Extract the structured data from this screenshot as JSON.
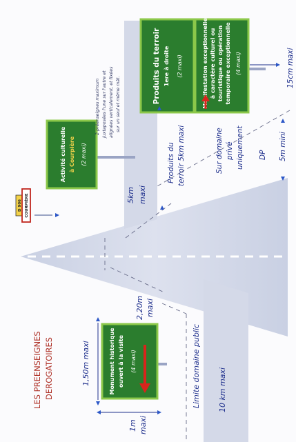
{
  "title": {
    "line1": "LES PREENSEIGNES",
    "line2": "DEROGATOIRES"
  },
  "dimensions": {
    "d150": "1,50m maxi",
    "d220": "2,20m",
    "d220b": "maxi",
    "d1m": "1m",
    "d1mb": "maxi",
    "d10km": "10 km maxi",
    "d5km": "5km",
    "d5kmb": "maxi",
    "d5mmini": "5m mini",
    "d15cm": "15cm maxi"
  },
  "labels": {
    "limite": "Limite domaine public",
    "produits_terroir_a": "Produits du",
    "produits_terroir_b": "terroir 5km maxi",
    "prive_a": "Sur domaine",
    "prive_b": "privé",
    "prive_c": "uniquement",
    "dp": "DP"
  },
  "note": {
    "line1": "2 préenseignes maximum",
    "line2": "juxtaposées l'une sur l'autre et",
    "line3": "alignées verticalement, et fixées",
    "line4": "sur un seul et même mât."
  },
  "signs": {
    "monument": {
      "line1": "Monument historique",
      "line2": "ouvert à la visite",
      "line3": "(4 maxi)"
    },
    "culture": {
      "line1": "Activité culturelle",
      "line2": "à Courpière",
      "line3": "(2 maxi)"
    },
    "produits": {
      "line1": "Produits du terroir",
      "line2": "1ere à droite",
      "line3": "(2 maxi)"
    },
    "manif": {
      "line1": "Manifestation exceptionnelle",
      "line2": "à caractère culturel ou",
      "line3": "touristique ou opération",
      "line4": "temporaire exceptionnelle",
      "line5": "(4 maxi)"
    }
  },
  "town_sign": {
    "road": "D 906",
    "name": "COURPIÈRE"
  },
  "colors": {
    "road": "#d6dbea",
    "sign_green": "#2b7d2e",
    "sign_border": "#8cc84a",
    "arrow_red": "#d8241c",
    "ink": "#1e2f8c",
    "title_red": "#ad2d23"
  }
}
